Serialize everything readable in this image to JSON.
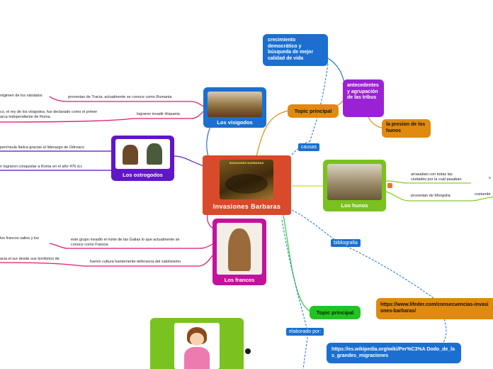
{
  "central": {
    "title": "Invasiones Barbaras",
    "image_title": "INVASIONES BARBARAS"
  },
  "nodes": {
    "crecimiento": "crecimiento democrático y búsqueda de mejor calidad de vida",
    "antecedentes": "antecedentes y agrupación de las tribus",
    "presion": "la presion de los hunos",
    "topic1": "Topic principal",
    "topic2": "Topic principal",
    "causas": "causas",
    "bibliografia": "bibliografia",
    "elaborado": "elaborado por:",
    "visigodos": "Los visigodos",
    "ostrogodos": "Los ostrogodos",
    "francos": "Los francos",
    "hunos": "Los hunos",
    "url1": "https://www.lifeder.com/consecuencias-invasiones-barbaras/",
    "url2": "https://es.wikipedia.org/wiki/Per%C3%A Dodo_de_las_grandes_migraciones"
  },
  "labels": {
    "vandalos": "régimen de los vándalos",
    "tracia": "provenian de Tracia, actualmente se conoce como Rumania",
    "rey": "co, el rey de los visigodos, fue declarado como el primer\narca independiente de Roma",
    "hispania": "lograron invadir Hispania",
    "italica": "península Italica gracias al liderazgo de Odroaco",
    "roma": "n lograron conquistar a Roma en el año 476 d.c",
    "salios": "los francos salios y los",
    "galias": "este grupo invadió el norte de las Galias lo que actualmente se\nconoce como Francia",
    "sur": "acia el sur desde sus territorios de",
    "catolicismo": "fueron cultura fuertemente defensora del catolisismo",
    "arrasaban": "arrasaban con todas las\nciudades por la cual pasaban",
    "mongolia": "provenian de Mongolia",
    "v": "v",
    "costumbr": "costumbr"
  },
  "colors": {
    "orange": "#e08a10",
    "blue": "#1a6fd1",
    "purple": "#9b22d4",
    "violet": "#5512c4",
    "magenta": "#c1139c",
    "green": "#7ac21f",
    "red": "#d94a2a"
  }
}
